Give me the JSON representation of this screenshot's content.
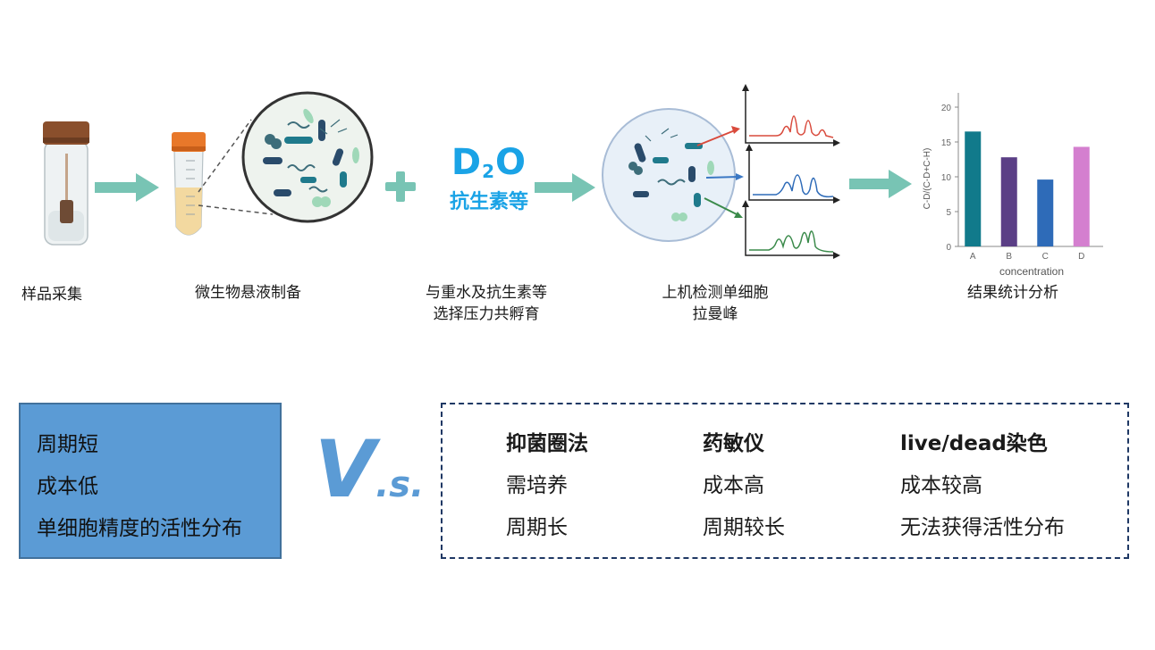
{
  "steps": [
    {
      "label": "样品采集"
    },
    {
      "label": "微生物悬液制备"
    },
    {
      "line1": "与重水及抗生素等",
      "line2": "选择压力共孵育"
    },
    {
      "line1": "上机检测单细胞",
      "line2": "拉曼峰"
    },
    {
      "label": "结果统计分析"
    }
  ],
  "d2o": {
    "d": "D",
    "sub": "2",
    "o": "O",
    "text": "抗生素等"
  },
  "colors": {
    "arrow": "#78c4b4",
    "plus": "#78c4b4",
    "accent": "#5b9bd5",
    "d2o": "#1aa3e6",
    "dash": "#1f3864"
  },
  "chart_data": {
    "type": "bar",
    "categories": [
      "A",
      "B",
      "C",
      "D"
    ],
    "values": [
      16.5,
      12.8,
      9.6,
      14.3
    ],
    "colors": [
      "#117a8b",
      "#5b3f86",
      "#2e6bb8",
      "#d47fcf"
    ],
    "xlabel": "concentration",
    "ylabel": "C-D/(C-D+C-H)",
    "ylim": [
      0,
      20
    ],
    "yticks": [
      0,
      5,
      10,
      15,
      20
    ]
  },
  "comparison": {
    "left": [
      "周期短",
      "成本低",
      "单细胞精度的活性分布"
    ],
    "vs_big": "V",
    "vs_small": ".s.",
    "columns": [
      {
        "head": "抑菌圈法",
        "items": [
          "需培养",
          "周期长"
        ]
      },
      {
        "head": "药敏仪",
        "items": [
          "成本高",
          "周期较长"
        ]
      },
      {
        "head": "live/dead染色",
        "items": [
          "成本较高",
          "无法获得活性分布"
        ]
      }
    ]
  }
}
